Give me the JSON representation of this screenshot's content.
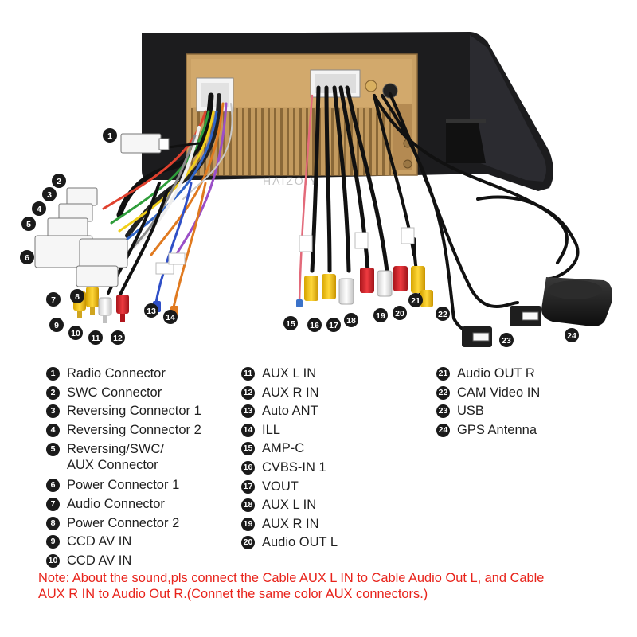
{
  "watermark": "HAIZOIY",
  "legend": {
    "col1": [
      {
        "num": "1",
        "label": "Radio Connector"
      },
      {
        "num": "2",
        "label": "SWC Connector"
      },
      {
        "num": "3",
        "label": "Reversing Connector 1"
      },
      {
        "num": "4",
        "label": "Reversing Connector 2"
      },
      {
        "num": "5",
        "label": "Reversing/SWC/",
        "label2": "AUX Connector"
      },
      {
        "num": "6",
        "label": "Power Connector 1"
      },
      {
        "num": "7",
        "label": "Audio Connector"
      },
      {
        "num": "8",
        "label": "Power Connector 2"
      },
      {
        "num": "9",
        "label": "CCD AV IN"
      },
      {
        "num": "10",
        "label": "CCD AV IN"
      }
    ],
    "col2": [
      {
        "num": "11",
        "label": "AUX L IN"
      },
      {
        "num": "12",
        "label": "AUX R IN"
      },
      {
        "num": "13",
        "label": "Auto ANT"
      },
      {
        "num": "14",
        "label": "ILL"
      },
      {
        "num": "15",
        "label": "AMP-C"
      },
      {
        "num": "16",
        "label": "CVBS-IN 1"
      },
      {
        "num": "17",
        "label": "VOUT"
      },
      {
        "num": "18",
        "label": "AUX L IN"
      },
      {
        "num": "19",
        "label": "AUX R IN"
      },
      {
        "num": "20",
        "label": "Audio OUT L"
      }
    ],
    "col3": [
      {
        "num": "21",
        "label": "Audio OUT R"
      },
      {
        "num": "22",
        "label": "CAM Video IN"
      },
      {
        "num": "23",
        "label": "USB"
      },
      {
        "num": "24",
        "label": "GPS Antenna"
      }
    ]
  },
  "callouts": [
    "1",
    "2",
    "3",
    "4",
    "5",
    "6",
    "7",
    "8",
    "9",
    "10",
    "11",
    "12",
    "13",
    "14",
    "15",
    "16",
    "17",
    "18",
    "19",
    "20",
    "21",
    "22",
    "23",
    "24"
  ],
  "note": {
    "line1": "Note: About the sound,pls connect the Cable AUX L IN to Cable Audio Out L, and Cable",
    "line2": "AUX R IN to  Audio Out R.(Connet the same color AUX connectors.)"
  },
  "colors": {
    "board": "#c9a064",
    "frame": "#1c1c1e",
    "yellow": "#f2c218",
    "red": "#d8262d",
    "white": "#f3f3f3",
    "callout": "#1a1a1a",
    "note": "#e8231b"
  }
}
